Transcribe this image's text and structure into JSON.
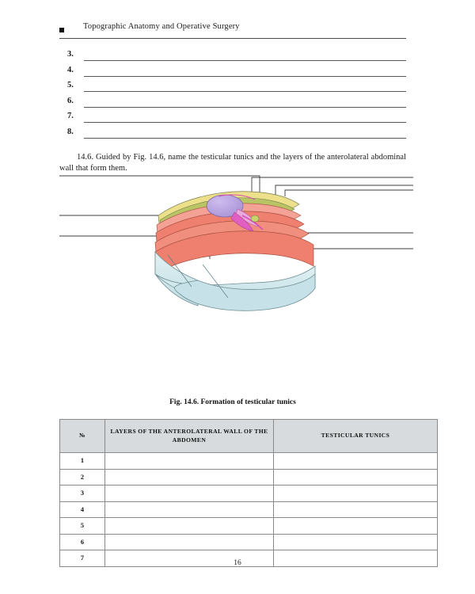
{
  "header": {
    "bullet_icon": "square-bullet",
    "title": "Topographic Anatomy and Operative Surgery"
  },
  "blank_list": {
    "items": [
      {
        "number": "3."
      },
      {
        "number": "4."
      },
      {
        "number": "5."
      },
      {
        "number": "6."
      },
      {
        "number": "7."
      },
      {
        "number": "8."
      }
    ]
  },
  "exercise": {
    "text": "14.6. Guided by Fig. 14.6, name the testicular tunics and the layers of the anterolateral abdominal wall that form them."
  },
  "figure": {
    "caption": "Fig. 14.6. Formation of testicular tunics",
    "alt": "Three-stage anatomical illustration of the descent of the testis and formation of the testicular tunics from the layers of the anterolateral abdominal wall",
    "colors": {
      "skin_body": "#cfe6ea",
      "muscle": "#ef8070",
      "muscle_light": "#f4a296",
      "fascia_yellow": "#ece08a",
      "fascia_olive": "#b9c464",
      "testis_purple": "#b9a4e0",
      "vessel_magenta": "#e05fc0",
      "peritoneum": "#f1ddcf",
      "outline": "#4a4a4a",
      "leader_line": "#3c3c3c"
    },
    "leader_lines_count": 7
  },
  "table": {
    "headers": {
      "no": "№",
      "layers": "LAYERS OF THE ANTEROLATERAL WALL OF THE ABDOMEN",
      "tunics": "TESTICULAR TUNICS"
    },
    "rows": [
      {
        "no": "1",
        "layer": "",
        "tunic": ""
      },
      {
        "no": "2",
        "layer": "",
        "tunic": ""
      },
      {
        "no": "3",
        "layer": "",
        "tunic": ""
      },
      {
        "no": "4",
        "layer": "",
        "tunic": ""
      },
      {
        "no": "5",
        "layer": "",
        "tunic": ""
      },
      {
        "no": "6",
        "layer": "",
        "tunic": ""
      },
      {
        "no": "7",
        "layer": "",
        "tunic": ""
      }
    ]
  },
  "footer": {
    "page_number": "16"
  }
}
